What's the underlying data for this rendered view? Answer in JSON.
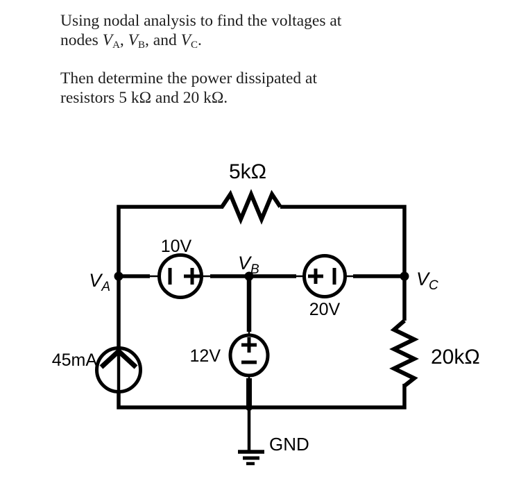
{
  "problem": {
    "para1_line1": "Using nodal analysis to find the voltages at",
    "para1_line2_prefix": "nodes ",
    "var_v": "V",
    "sub_a": "A",
    "sep_ab": ", ",
    "sub_b": "B",
    "sep_bc": ", and ",
    "sub_c": "C",
    "para1_period": ".",
    "para2_line1": "Then determine the power dissipated at",
    "para2_line2": "resistors 5 kΩ and 20 kΩ."
  },
  "circuit": {
    "resistor_top": {
      "label": "5kΩ"
    },
    "resistor_right": {
      "label": "20kΩ"
    },
    "source_ab": {
      "label": "10V",
      "type": "voltage",
      "neg_terminal": "left",
      "pos_terminal": "right"
    },
    "source_bc": {
      "label": "20V",
      "type": "voltage",
      "pos_terminal": "left",
      "neg_terminal": "right"
    },
    "source_mid": {
      "label": "12V",
      "type": "voltage",
      "pos_terminal": "top",
      "neg_terminal": "bottom"
    },
    "current_source": {
      "label": "45mA",
      "type": "current",
      "arrow_direction": "up"
    },
    "ground": {
      "label": "GND"
    },
    "node_a": {
      "base": "V",
      "sub": "A"
    },
    "node_b": {
      "base": "V",
      "sub": "B"
    },
    "node_c": {
      "base": "V",
      "sub": "C"
    },
    "colors": {
      "ink": "#000000",
      "text": "#1e1e1e",
      "background": "#ffffff"
    }
  }
}
